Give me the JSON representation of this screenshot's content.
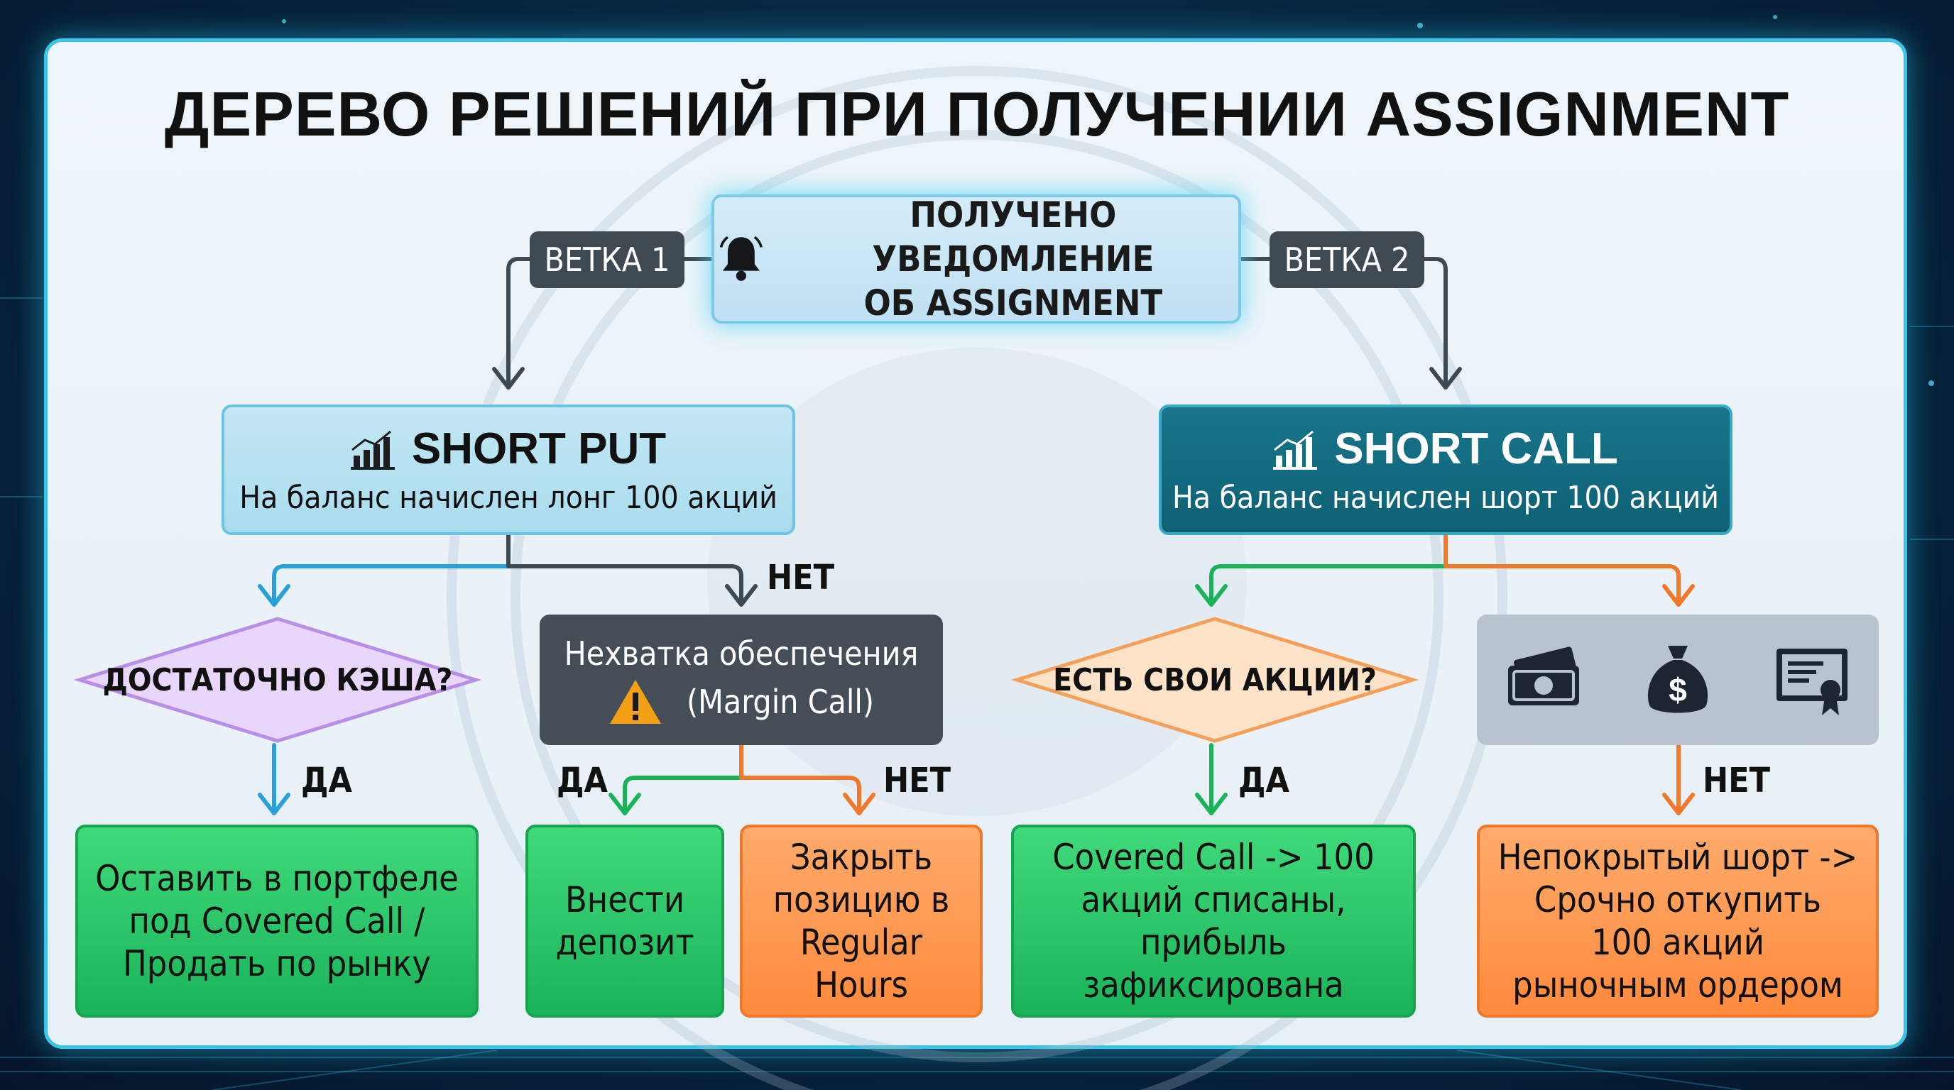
{
  "title": "ДЕРЕВО РЕШЕНИЙ ПРИ ПОЛУЧЕНИИ ASSIGNMENT",
  "root": {
    "line1": "ПОЛУЧЕНО УВЕДОМЛЕНИЕ",
    "line2": "ОБ ASSIGNMENT",
    "icon": "bell-icon"
  },
  "branches": [
    {
      "tag": "ВЕТКА 1"
    },
    {
      "tag": "ВЕТКА 2"
    }
  ],
  "short_put": {
    "title": "SHORT PUT",
    "subtitle": "На баланс начислен лонг 100 акций",
    "icon": "bar-chart-icon"
  },
  "short_call": {
    "title": "SHORT CALL",
    "subtitle": "На баланс начислен шорт 100 акций",
    "icon": "bar-chart-icon"
  },
  "decisions": {
    "enough_cash": "ДОСТАТОЧНО КЭША?",
    "own_shares": "ЕСТЬ СВОИ АКЦИИ?"
  },
  "margin_call": {
    "line1": "Нехватка обеспечения",
    "line2": "(Margin Call)",
    "icon": "warning-icon"
  },
  "icons_box": [
    "cash-icon",
    "money-bag-icon",
    "certificate-icon"
  ],
  "labels": {
    "yes": "ДА",
    "no": "НЕТ"
  },
  "leaves": {
    "keep": [
      "Оставить в портфеле",
      "под Covered Call /",
      "Продать по рынку"
    ],
    "deposit": [
      "Внести",
      "депозит"
    ],
    "close": [
      "Закрыть",
      "позицию в",
      "Regular Hours"
    ],
    "covered": [
      "Covered Call -> 100",
      "акций списаны, прибыль",
      "зафиксирована"
    ],
    "naked": [
      "Непокрытый шорт ->",
      "Срочно откупить",
      "100 акций",
      "рыночным ордером"
    ]
  },
  "colors": {
    "accent": "#3cc4e6",
    "green": "#1bb35a",
    "orange": "#ff8a3d",
    "purple": "#b98ee6",
    "teal": "#0f6174",
    "dark": "#454e57"
  }
}
